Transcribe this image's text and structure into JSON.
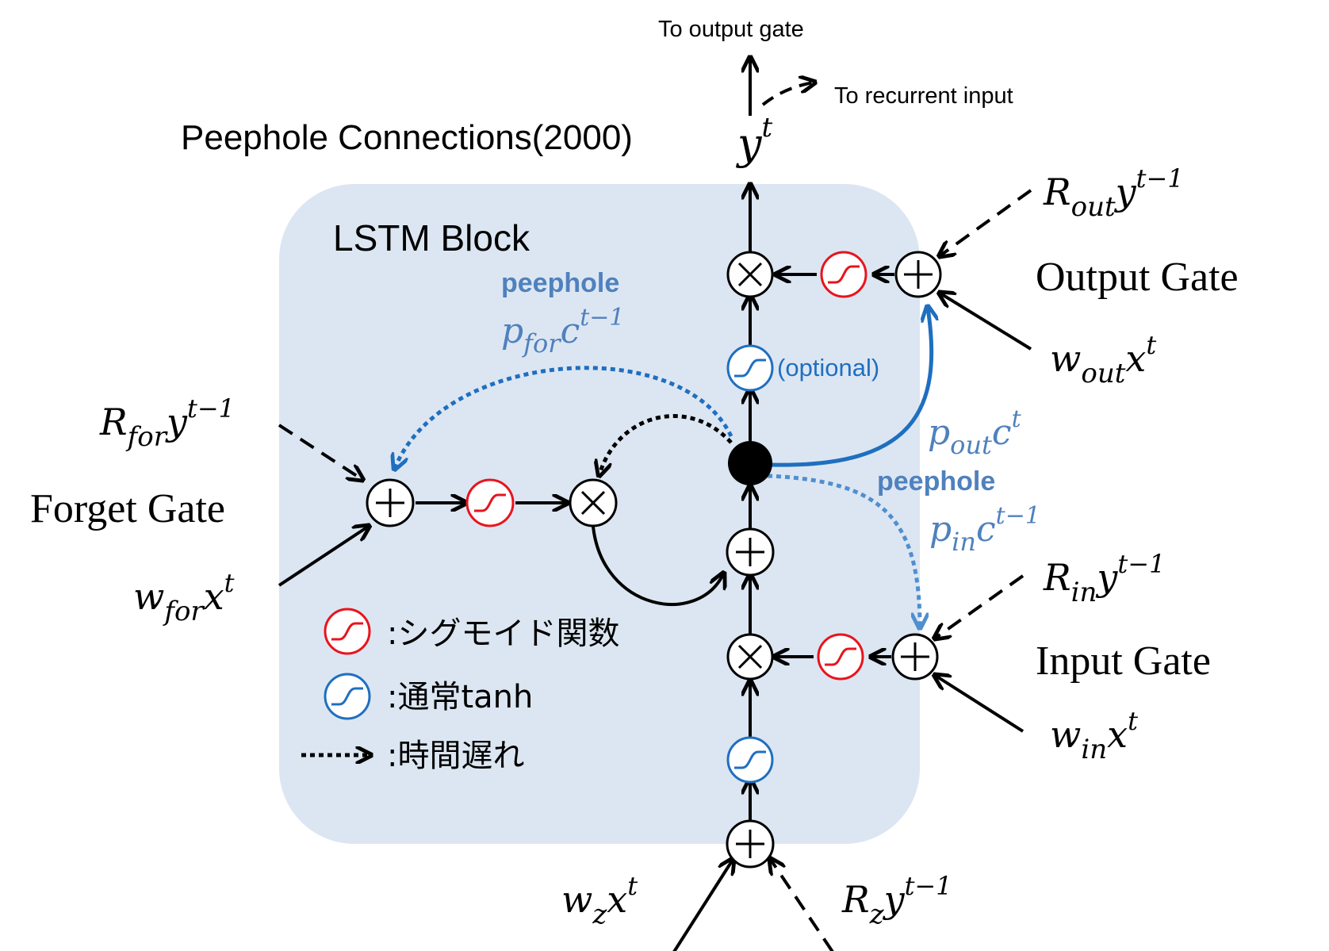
{
  "title": "Peephole Connections(2000)",
  "block_label": "LSTM Block",
  "top": {
    "to_output_gate": "To output gate",
    "to_recurrent_input": "To recurrent input",
    "y_base": "y",
    "y_sup": "t"
  },
  "gates": {
    "output": "Output Gate",
    "forget": "Forget Gate",
    "input": "Input Gate"
  },
  "peephole_word": "peephole",
  "optional": "(optional)",
  "inputs": {
    "r_out": {
      "base": "R",
      "sub": "out",
      "var": "y",
      "sup": "t−1"
    },
    "w_out": {
      "base": "w",
      "sub": "out",
      "var": "x",
      "sup": "t"
    },
    "r_for": {
      "base": "R",
      "sub": "for",
      "var": "y",
      "sup": "t−1"
    },
    "w_for": {
      "base": "w",
      "sub": "for",
      "var": "x",
      "sup": "t"
    },
    "r_in": {
      "base": "R",
      "sub": "in",
      "var": "y",
      "sup": "t−1"
    },
    "w_in": {
      "base": "w",
      "sub": "in",
      "var": "x",
      "sup": "t"
    },
    "w_z": {
      "base": "w",
      "sub": "z",
      "var": "x",
      "sup": "t"
    },
    "r_z": {
      "base": "R",
      "sub": "z",
      "var": "y",
      "sup": "t−1"
    }
  },
  "peepholes": {
    "p_for": {
      "base": "p",
      "sub": "for",
      "var": "c",
      "sup": "t−1"
    },
    "p_out": {
      "base": "p",
      "sub": "out",
      "var": "c",
      "sup": "t"
    },
    "p_in": {
      "base": "p",
      "sub": "in",
      "var": "c",
      "sup": "t−1"
    }
  },
  "legend": {
    "sigmoid": ":シグモイド関数",
    "tanh": ":通常tanh",
    "delay": ":時間遅れ"
  },
  "colors": {
    "block_fill": "#dce6f2",
    "sigmoid": "#e8141c",
    "tanh": "#1f6fc0",
    "peephole_text": "#4f81bd",
    "peephole_curve": "#1f6fc0",
    "line": "#000000"
  }
}
